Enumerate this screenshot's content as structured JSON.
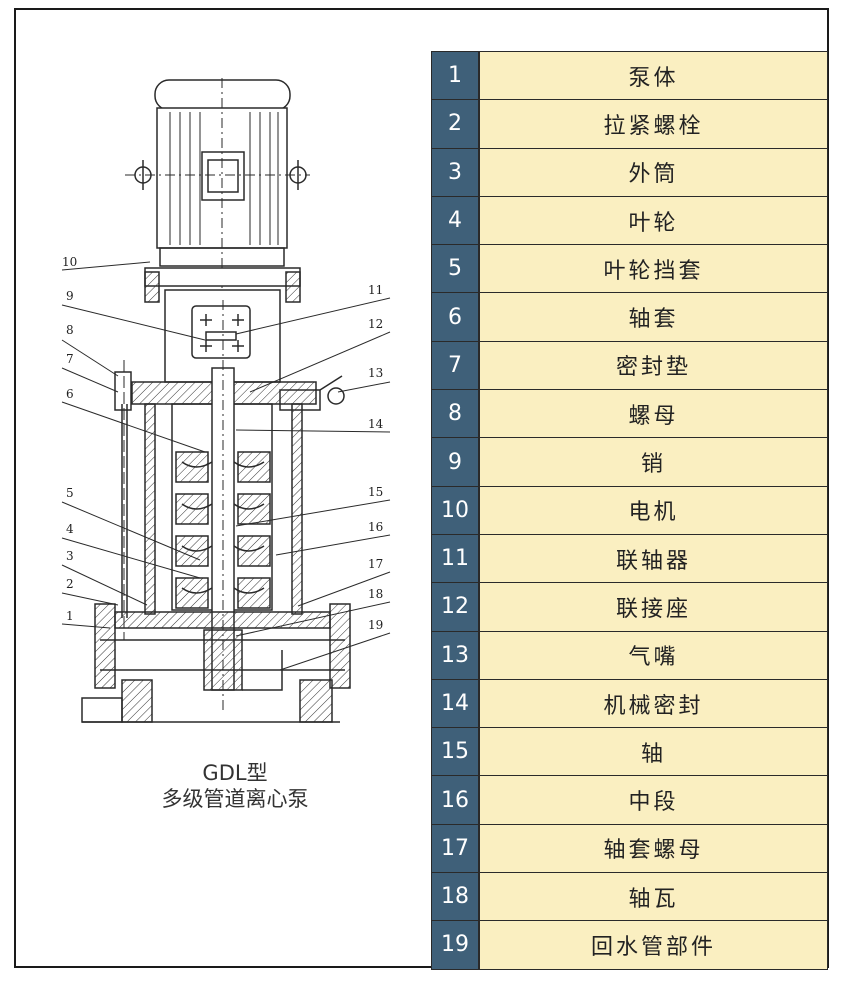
{
  "caption": {
    "model": "GDL型",
    "name": "多级管道离心泵"
  },
  "callouts": [
    "1",
    "2",
    "3",
    "4",
    "5",
    "6",
    "7",
    "8",
    "9",
    "10",
    "11",
    "12",
    "13",
    "14",
    "15",
    "16",
    "17",
    "18",
    "19"
  ],
  "parts": [
    {
      "no": "1",
      "name": "泵体"
    },
    {
      "no": "2",
      "name": "拉紧螺栓"
    },
    {
      "no": "3",
      "name": "外筒"
    },
    {
      "no": "4",
      "name": "叶轮"
    },
    {
      "no": "5",
      "name": "叶轮挡套"
    },
    {
      "no": "6",
      "name": "轴套"
    },
    {
      "no": "7",
      "name": "密封垫"
    },
    {
      "no": "8",
      "name": "螺母"
    },
    {
      "no": "9",
      "name": "销"
    },
    {
      "no": "10",
      "name": "电机"
    },
    {
      "no": "11",
      "name": "联轴器"
    },
    {
      "no": "12",
      "name": "联接座"
    },
    {
      "no": "13",
      "name": "气嘴"
    },
    {
      "no": "14",
      "name": "机械密封"
    },
    {
      "no": "15",
      "name": "轴"
    },
    {
      "no": "16",
      "name": "中段"
    },
    {
      "no": "17",
      "name": "轴套螺母"
    },
    {
      "no": "18",
      "name": "轴瓦"
    },
    {
      "no": "19",
      "name": "回水管部件"
    }
  ]
}
